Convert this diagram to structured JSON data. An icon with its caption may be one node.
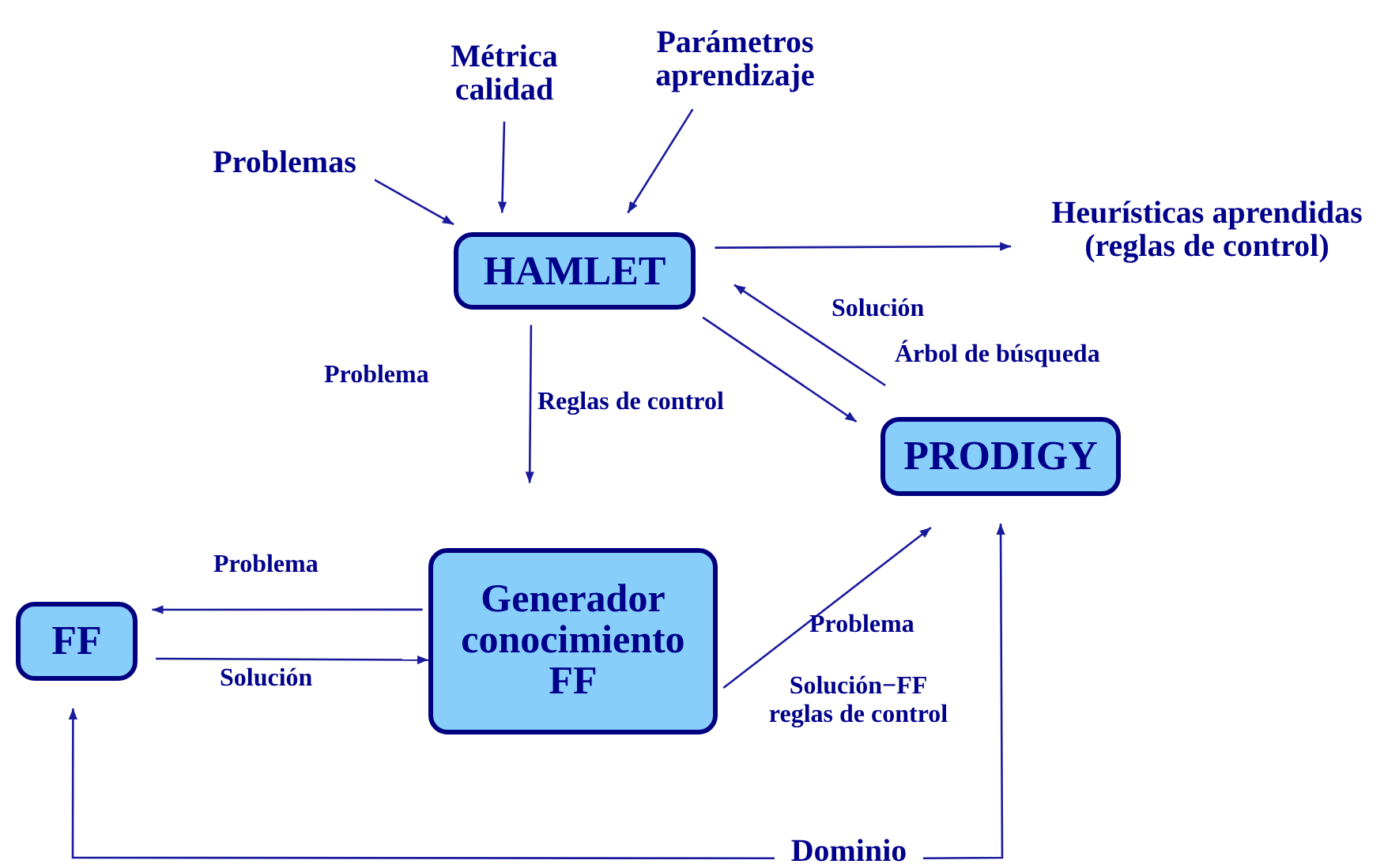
{
  "diagram": {
    "nodes": [
      {
        "text": [
          "Problemas"
        ]
      },
      {
        "text": [
          "Métrica calidad"
        ]
      },
      {
        "text": [
          "Parámetros aprendizaje"
        ]
      },
      {
        "text": [
          "HAMLET"
        ]
      },
      {
        "text": [
          "Heurísticas aprendidas (reglas de control)"
        ]
      },
      {
        "text": [
          "PRODIGY"
        ]
      },
      {
        "text": [
          "Generador conocimiento FF"
        ]
      },
      {
        "text": [
          "FF"
        ]
      },
      {
        "text": [
          "Dominio"
        ]
      }
    ],
    "edges": [
      {
        "from": 0,
        "to": 3,
        "arrow": "to"
      },
      {
        "from": 1,
        "to": 3,
        "arrow": "to"
      },
      {
        "from": 2,
        "to": 3,
        "arrow": "to"
      },
      {
        "from": 3,
        "to": 4,
        "arrow": "to"
      },
      {
        "from": 3,
        "to": 5,
        "arrow": "to"
      },
      {
        "from": 5,
        "to": 3,
        "arrow": "to"
      },
      {
        "from": 3,
        "to": 6,
        "arrow": "to"
      },
      {
        "from": 6,
        "to": 7,
        "arrow": "to"
      },
      {
        "from": 7,
        "to": 6,
        "arrow": "to"
      },
      {
        "from": 6,
        "to": 5,
        "arrow": "to"
      },
      {
        "from": 8,
        "to": 7,
        "arrow": "to"
      },
      {
        "from": 8,
        "to": 5,
        "arrow": "to"
      }
    ],
    "labels": [
      "Solución",
      "Árbol de búsqueda",
      "Problema",
      "Reglas de control",
      "Problema",
      "Solución",
      "Problema",
      "Solución−FF reglas de control"
    ]
  }
}
